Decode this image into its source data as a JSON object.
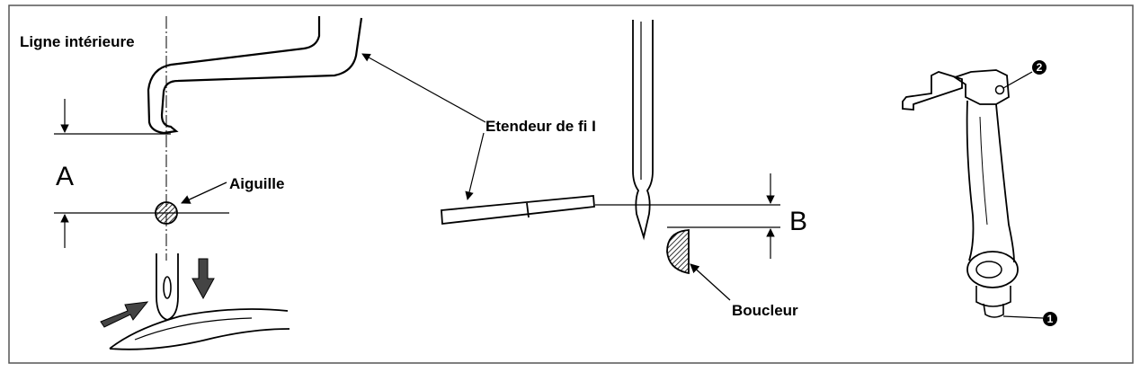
{
  "labels": {
    "inner_line": "Ligne intérieure",
    "dim_a": "A",
    "needle": "Aiguille",
    "thread_spreader": "Etendeur de fi I",
    "dim_b": "B",
    "looper": "Boucleur"
  },
  "callouts": {
    "one": "1",
    "two": "2"
  },
  "colors": {
    "line": "#000000",
    "background": "#ffffff",
    "frame": "#555555"
  }
}
